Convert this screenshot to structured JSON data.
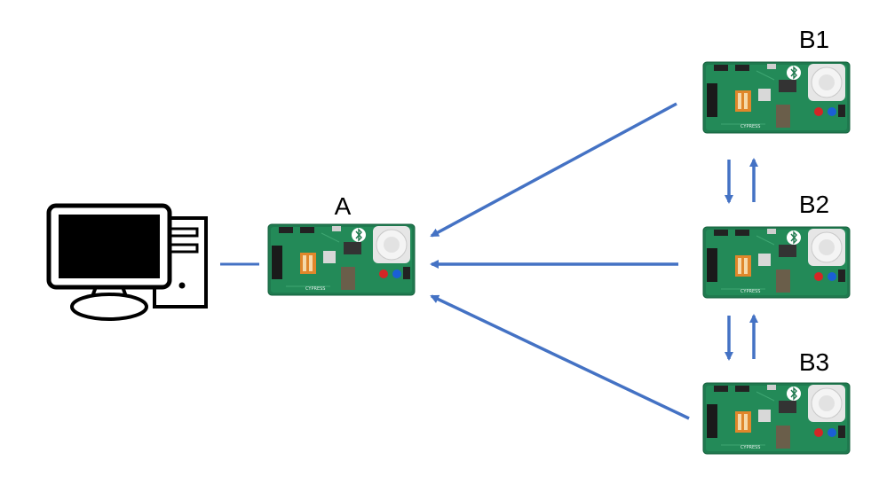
{
  "nodes": {
    "a": {
      "label": "A"
    },
    "b1": {
      "label": "B1"
    },
    "b2": {
      "label": "B2"
    },
    "b3": {
      "label": "B3"
    }
  },
  "board": {
    "brand": "CYPRESS"
  },
  "icons": {
    "computer": "desktop-computer-icon",
    "board": "pcb-board-image"
  },
  "colors": {
    "connector": "#4472C4",
    "pcb": "#1f7a4f",
    "outline": "#000000"
  }
}
